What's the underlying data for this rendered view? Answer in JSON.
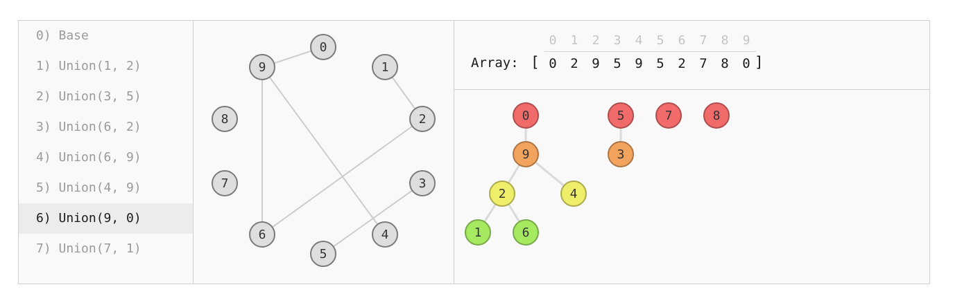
{
  "steps": [
    {
      "label": "0) Base"
    },
    {
      "label": "1) Union(1, 2)"
    },
    {
      "label": "2) Union(3, 5)"
    },
    {
      "label": "3) Union(6, 2)"
    },
    {
      "label": "4) Union(6, 9)"
    },
    {
      "label": "5) Union(4, 9)"
    },
    {
      "label": "6) Union(9, 0)"
    },
    {
      "label": "7) Union(7, 1)"
    }
  ],
  "active_step": 6,
  "array": {
    "label": "Array:",
    "open_bracket": "[",
    "close_bracket": "]",
    "indices": [
      "0",
      "1",
      "2",
      "3",
      "4",
      "5",
      "6",
      "7",
      "8",
      "9"
    ],
    "values": [
      "0",
      "2",
      "9",
      "5",
      "9",
      "5",
      "2",
      "7",
      "8",
      "0"
    ]
  },
  "graph": {
    "nodes": [
      "0",
      "1",
      "2",
      "3",
      "4",
      "5",
      "6",
      "7",
      "8",
      "9"
    ],
    "edges": [
      [
        "9",
        "0"
      ],
      [
        "1",
        "2"
      ],
      [
        "2",
        "6"
      ],
      [
        "9",
        "6"
      ],
      [
        "9",
        "4"
      ],
      [
        "3",
        "5"
      ]
    ]
  },
  "forest": {
    "nodes": [
      {
        "id": "0",
        "color": "#f26b6b"
      },
      {
        "id": "9",
        "color": "#f2a35e"
      },
      {
        "id": "2",
        "color": "#eeee6a"
      },
      {
        "id": "4",
        "color": "#eeee6a"
      },
      {
        "id": "1",
        "color": "#a6ea62"
      },
      {
        "id": "6",
        "color": "#a6ea62"
      },
      {
        "id": "5",
        "color": "#f26b6b"
      },
      {
        "id": "3",
        "color": "#f2a35e"
      },
      {
        "id": "7",
        "color": "#f26b6b"
      },
      {
        "id": "8",
        "color": "#f26b6b"
      }
    ],
    "edges": [
      [
        "0",
        "9"
      ],
      [
        "9",
        "2"
      ],
      [
        "9",
        "4"
      ],
      [
        "2",
        "1"
      ],
      [
        "2",
        "6"
      ],
      [
        "5",
        "3"
      ]
    ]
  }
}
